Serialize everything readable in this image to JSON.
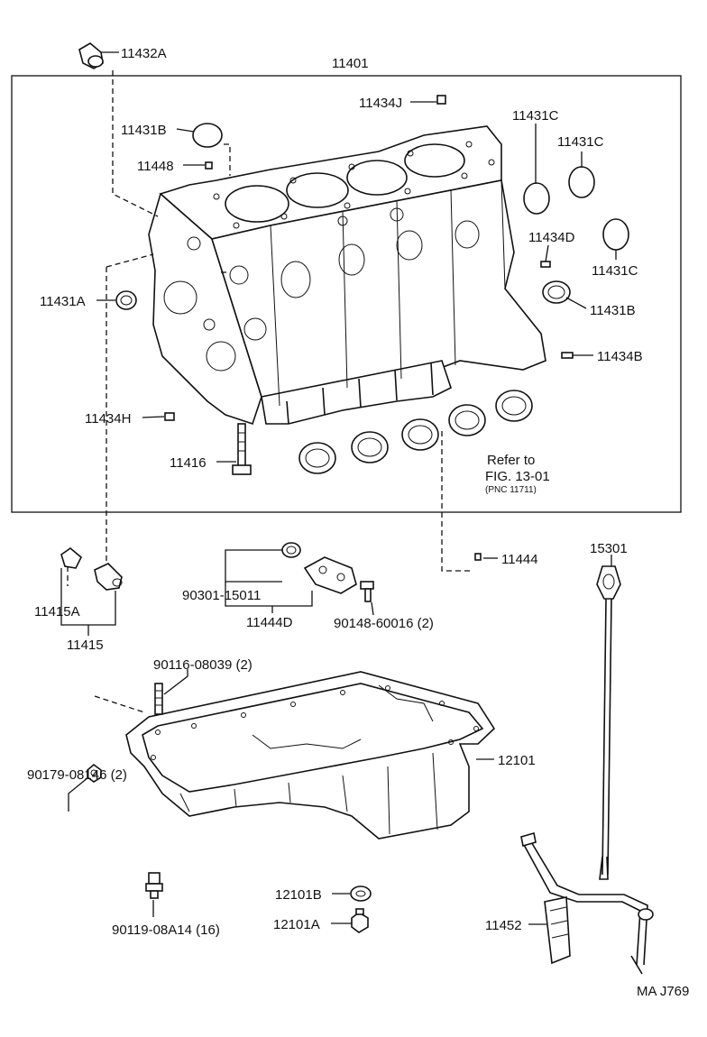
{
  "labels": {
    "p11432A": "11432A",
    "p11401": "11401",
    "p11434J": "11434J",
    "p11431C_1": "11431C",
    "p11431B_top": "11431B",
    "p11431C_2": "11431C",
    "p11448": "11448",
    "p11434D": "11434D",
    "p11431C_3": "11431C",
    "p11431A": "11431A",
    "p11431B_right": "11431B",
    "p11434B": "11434B",
    "p11434H": "11434H",
    "p11416": "11416",
    "refer_line1": "Refer to",
    "refer_line2": "FIG. 13-01",
    "refer_line3": "(PNC 11711)",
    "p15301": "15301",
    "p11444": "11444",
    "p11415A": "11415A",
    "p11415": "11415",
    "p90301": "90301-15011",
    "p11444D": "11444D",
    "p90148": "90148-60016 (2)",
    "p90116": "90116-08039 (2)",
    "p90179": "90179-08146 (2)",
    "p12101": "12101",
    "p12101B": "12101B",
    "p12101A": "12101A",
    "p90119": "90119-08A14 (16)",
    "p11452": "11452",
    "figure_code": "MA J769"
  }
}
